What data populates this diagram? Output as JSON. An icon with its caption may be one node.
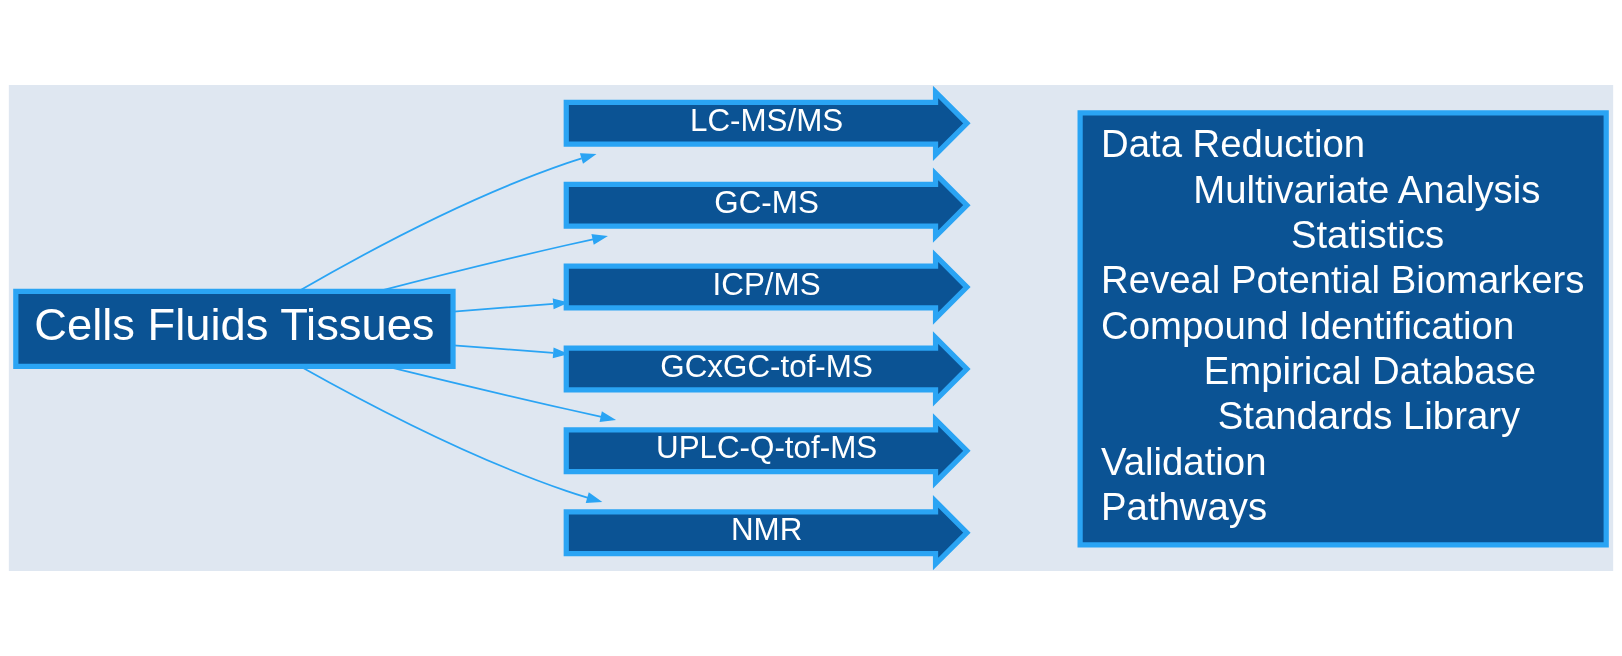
{
  "diagram": {
    "nodes": [
      {
        "text": [
          "Cells Fluids Tissues"
        ]
      },
      {
        "text": [
          "LC-MS/MS"
        ]
      },
      {
        "text": [
          "GC-MS"
        ]
      },
      {
        "text": [
          "ICP/MS"
        ]
      },
      {
        "text": [
          "GCxGC-tof-MS"
        ]
      },
      {
        "text": [
          "UPLC-Q-tof-MS"
        ]
      },
      {
        "text": [
          "NMR"
        ]
      },
      {
        "text": [
          "Data Reduction",
          "Multivariate Analysis",
          "Statistics",
          "Reveal Potential Biomarkers",
          "Compound Identification",
          "Empirical Database",
          "Standards Library",
          "Validation",
          "Pathways"
        ]
      }
    ],
    "edges": [
      {
        "from": 0,
        "to": 1,
        "arrow": "to"
      },
      {
        "from": 0,
        "to": 2,
        "arrow": "to"
      },
      {
        "from": 0,
        "to": 3,
        "arrow": "to"
      },
      {
        "from": 0,
        "to": 4,
        "arrow": "to"
      },
      {
        "from": 0,
        "to": 5,
        "arrow": "to"
      },
      {
        "from": 0,
        "to": 6,
        "arrow": "to"
      }
    ]
  }
}
